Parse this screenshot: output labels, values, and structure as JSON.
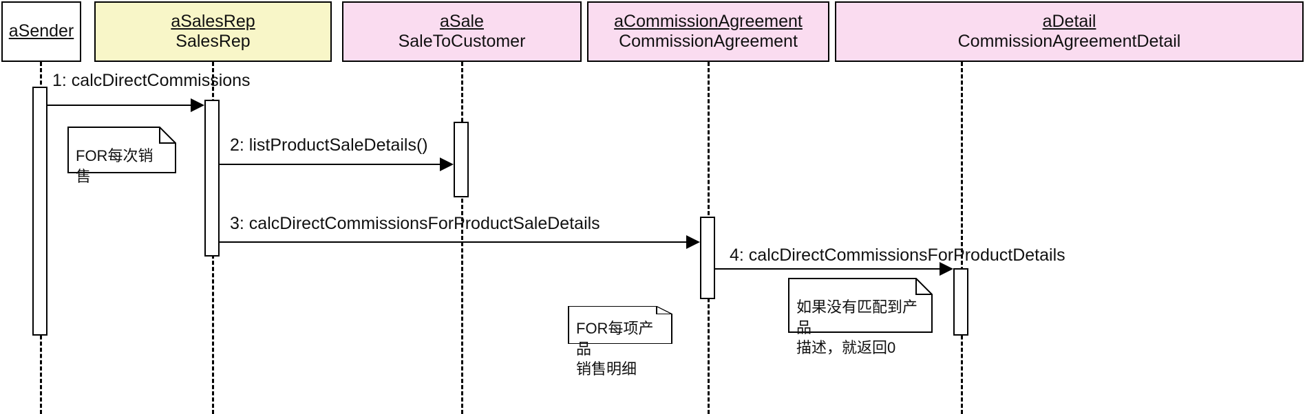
{
  "diagram": {
    "type": "uml-sequence-diagram",
    "title": "calcDirectCommissions sequence",
    "colors": {
      "stroke": "#000000",
      "white": "#ffffff",
      "yellow": "#f8f6c8",
      "pink": "#fadcf0"
    }
  },
  "lifelines": [
    {
      "id": "sender",
      "instance": "aSender",
      "klass": "",
      "fill": "white"
    },
    {
      "id": "salesrep",
      "instance": "aSalesRep",
      "klass": "SalesRep",
      "fill": "yellow"
    },
    {
      "id": "sale",
      "instance": "aSale",
      "klass": "SaleToCustomer",
      "fill": "pink"
    },
    {
      "id": "agreement",
      "instance": "aCommissionAgreement",
      "klass": "CommissionAgreement",
      "fill": "pink"
    },
    {
      "id": "detail",
      "instance": "aDetail",
      "klass": "CommissionAgreementDetail",
      "fill": "pink"
    }
  ],
  "messages": [
    {
      "seq": "1",
      "label": "1: calcDirectCommissions",
      "from": "sender",
      "to": "salesrep"
    },
    {
      "seq": "2",
      "label": "2: listProductSaleDetails()",
      "from": "salesrep",
      "to": "sale"
    },
    {
      "seq": "3",
      "label": "3: calcDirectCommissionsForProductSaleDetails",
      "from": "salesrep",
      "to": "agreement"
    },
    {
      "seq": "4",
      "label": "4: calcDirectCommissionsForProductDetails",
      "from": "agreement",
      "to": "detail"
    }
  ],
  "notes": [
    {
      "id": "note-for-each-sale",
      "text": "FOR每次销售"
    },
    {
      "id": "note-for-each-product",
      "text": "FOR每项产品\n销售明细"
    },
    {
      "id": "note-no-match-return-zero",
      "text": "如果没有匹配到产品\n描述，就返回0"
    }
  ]
}
